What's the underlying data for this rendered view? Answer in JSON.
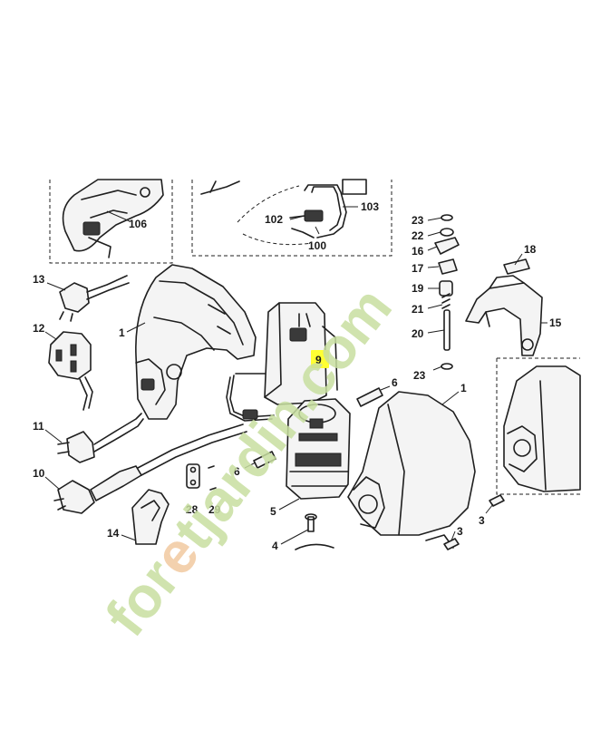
{
  "diagram": {
    "highlight_color": "#ffff33",
    "watermark_color": "#c8dfa0",
    "watermark_accent": "#f2c9a0",
    "highlighted_label": "9",
    "labels": {
      "l106": "106",
      "l103": "103",
      "l102": "102",
      "l100": "100",
      "l23a": "23",
      "l22": "22",
      "l16": "16",
      "l17": "17",
      "l19": "19",
      "l21": "21",
      "l20": "20",
      "l23b": "23",
      "l18": "18",
      "l15": "15",
      "l13": "13",
      "l12": "12",
      "l11": "11",
      "l10": "10",
      "l14": "14",
      "l1a": "1",
      "l1b": "1",
      "l6a": "6",
      "l6b": "6",
      "l5": "5",
      "l4": "4",
      "l28": "28",
      "l29": "29",
      "l3a": "3",
      "l3b": "3"
    },
    "watermark": {
      "part1": "for",
      "part2": "e",
      "part3": "tjardin",
      "part4": ".com"
    }
  }
}
